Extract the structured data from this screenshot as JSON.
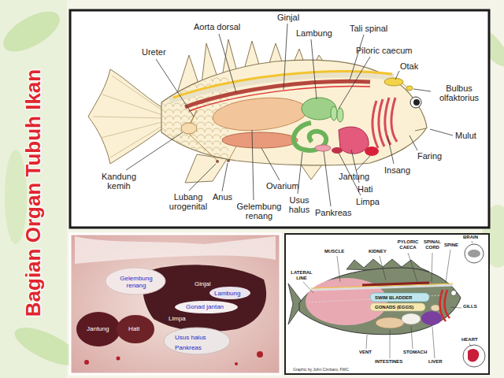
{
  "diagram": {
    "title": "Bagian Organ Tubuh Ikan",
    "labels": [
      "Aorta dorsal",
      "Ginjal",
      "Lambung",
      "Tali spinal",
      "Piloric caecum",
      "Otak",
      "Bulbus olfaktorius",
      "Ureter",
      "Mulut",
      "Faring",
      "Insang",
      "Jantung",
      "Hati",
      "Limpa",
      "Pankreas",
      "Usus halus",
      "Ovarium",
      "Gelembung renang",
      "Anus",
      "Lubang urogenital",
      "Kandung kemih",
      "Gelembung renang",
      "Ginjal",
      "Lambung",
      "Gonad jantan",
      "Limpa",
      "Jantung",
      "Hati",
      "Usus halus",
      "Pankreas",
      "MUSCLE",
      "KIDNEY",
      "PYLORIC CAECA",
      "SPINAL CORD",
      "SPINE",
      "BRAIN",
      "LATERAL LINE",
      "SWIM BLADDER",
      "GONADS (EGGS)",
      "GILLS",
      "HEART",
      "VENT",
      "INTESTINES",
      "STOMACH",
      "LIVER",
      "Graphic by John Cimbaro, FWC"
    ]
  }
}
